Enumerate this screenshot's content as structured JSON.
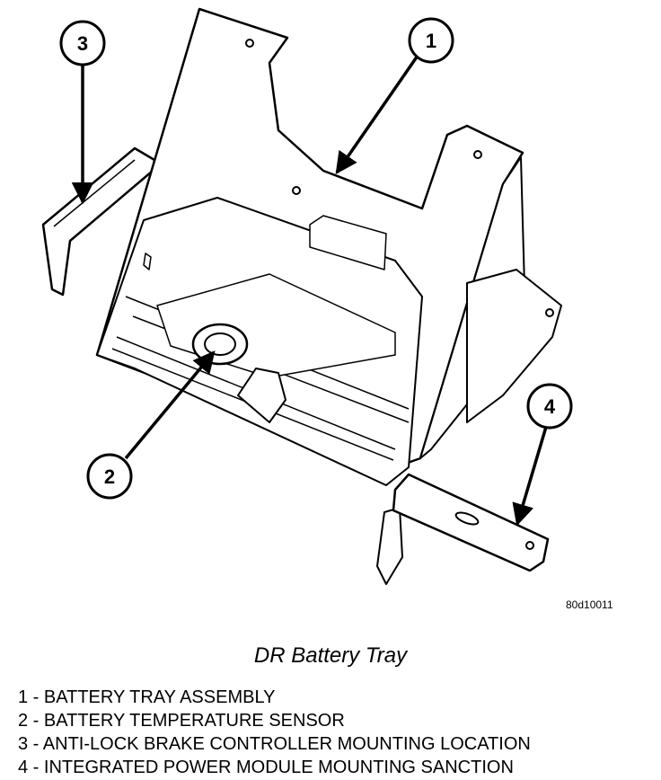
{
  "figure_code": "80d10011",
  "caption": "DR Battery Tray",
  "callouts": [
    {
      "number": "1"
    },
    {
      "number": "2"
    },
    {
      "number": "3"
    },
    {
      "number": "4"
    }
  ],
  "legend": [
    {
      "number": "1",
      "text": "BATTERY TRAY ASSEMBLY"
    },
    {
      "number": "2",
      "text": "BATTERY TEMPERATURE SENSOR"
    },
    {
      "number": "3",
      "text": "ANTI-LOCK BRAKE CONTROLLER MOUNTING LOCATION"
    },
    {
      "number": "4",
      "text": "INTEGRATED POWER MODULE MOUNTING SANCTION"
    }
  ]
}
